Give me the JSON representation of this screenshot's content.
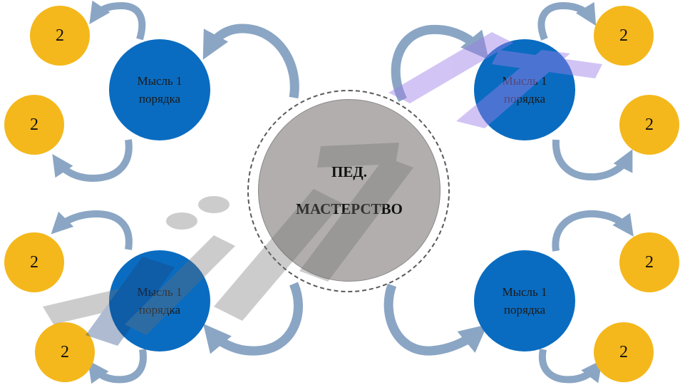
{
  "center": {
    "line1": "ПЕД.",
    "line2": "МАСТЕРСТВО"
  },
  "nodes": [
    {
      "line1": "Мысль 1",
      "line2": "порядка"
    },
    {
      "line1": "Мысль 1",
      "line2": "порядка"
    },
    {
      "line1": "Мысль 1",
      "line2": "порядка"
    },
    {
      "line1": "Мысль 1",
      "line2": "порядка"
    }
  ],
  "leaves": [
    "2",
    "2",
    "2",
    "2",
    "2",
    "2",
    "2",
    "2"
  ],
  "colors": {
    "leaf": "#f4b81c",
    "node": "#0a6cc0",
    "center": "#b2aeae",
    "arrow": "#8ba6c4"
  },
  "watermark_icon": "site-logo-watermark"
}
